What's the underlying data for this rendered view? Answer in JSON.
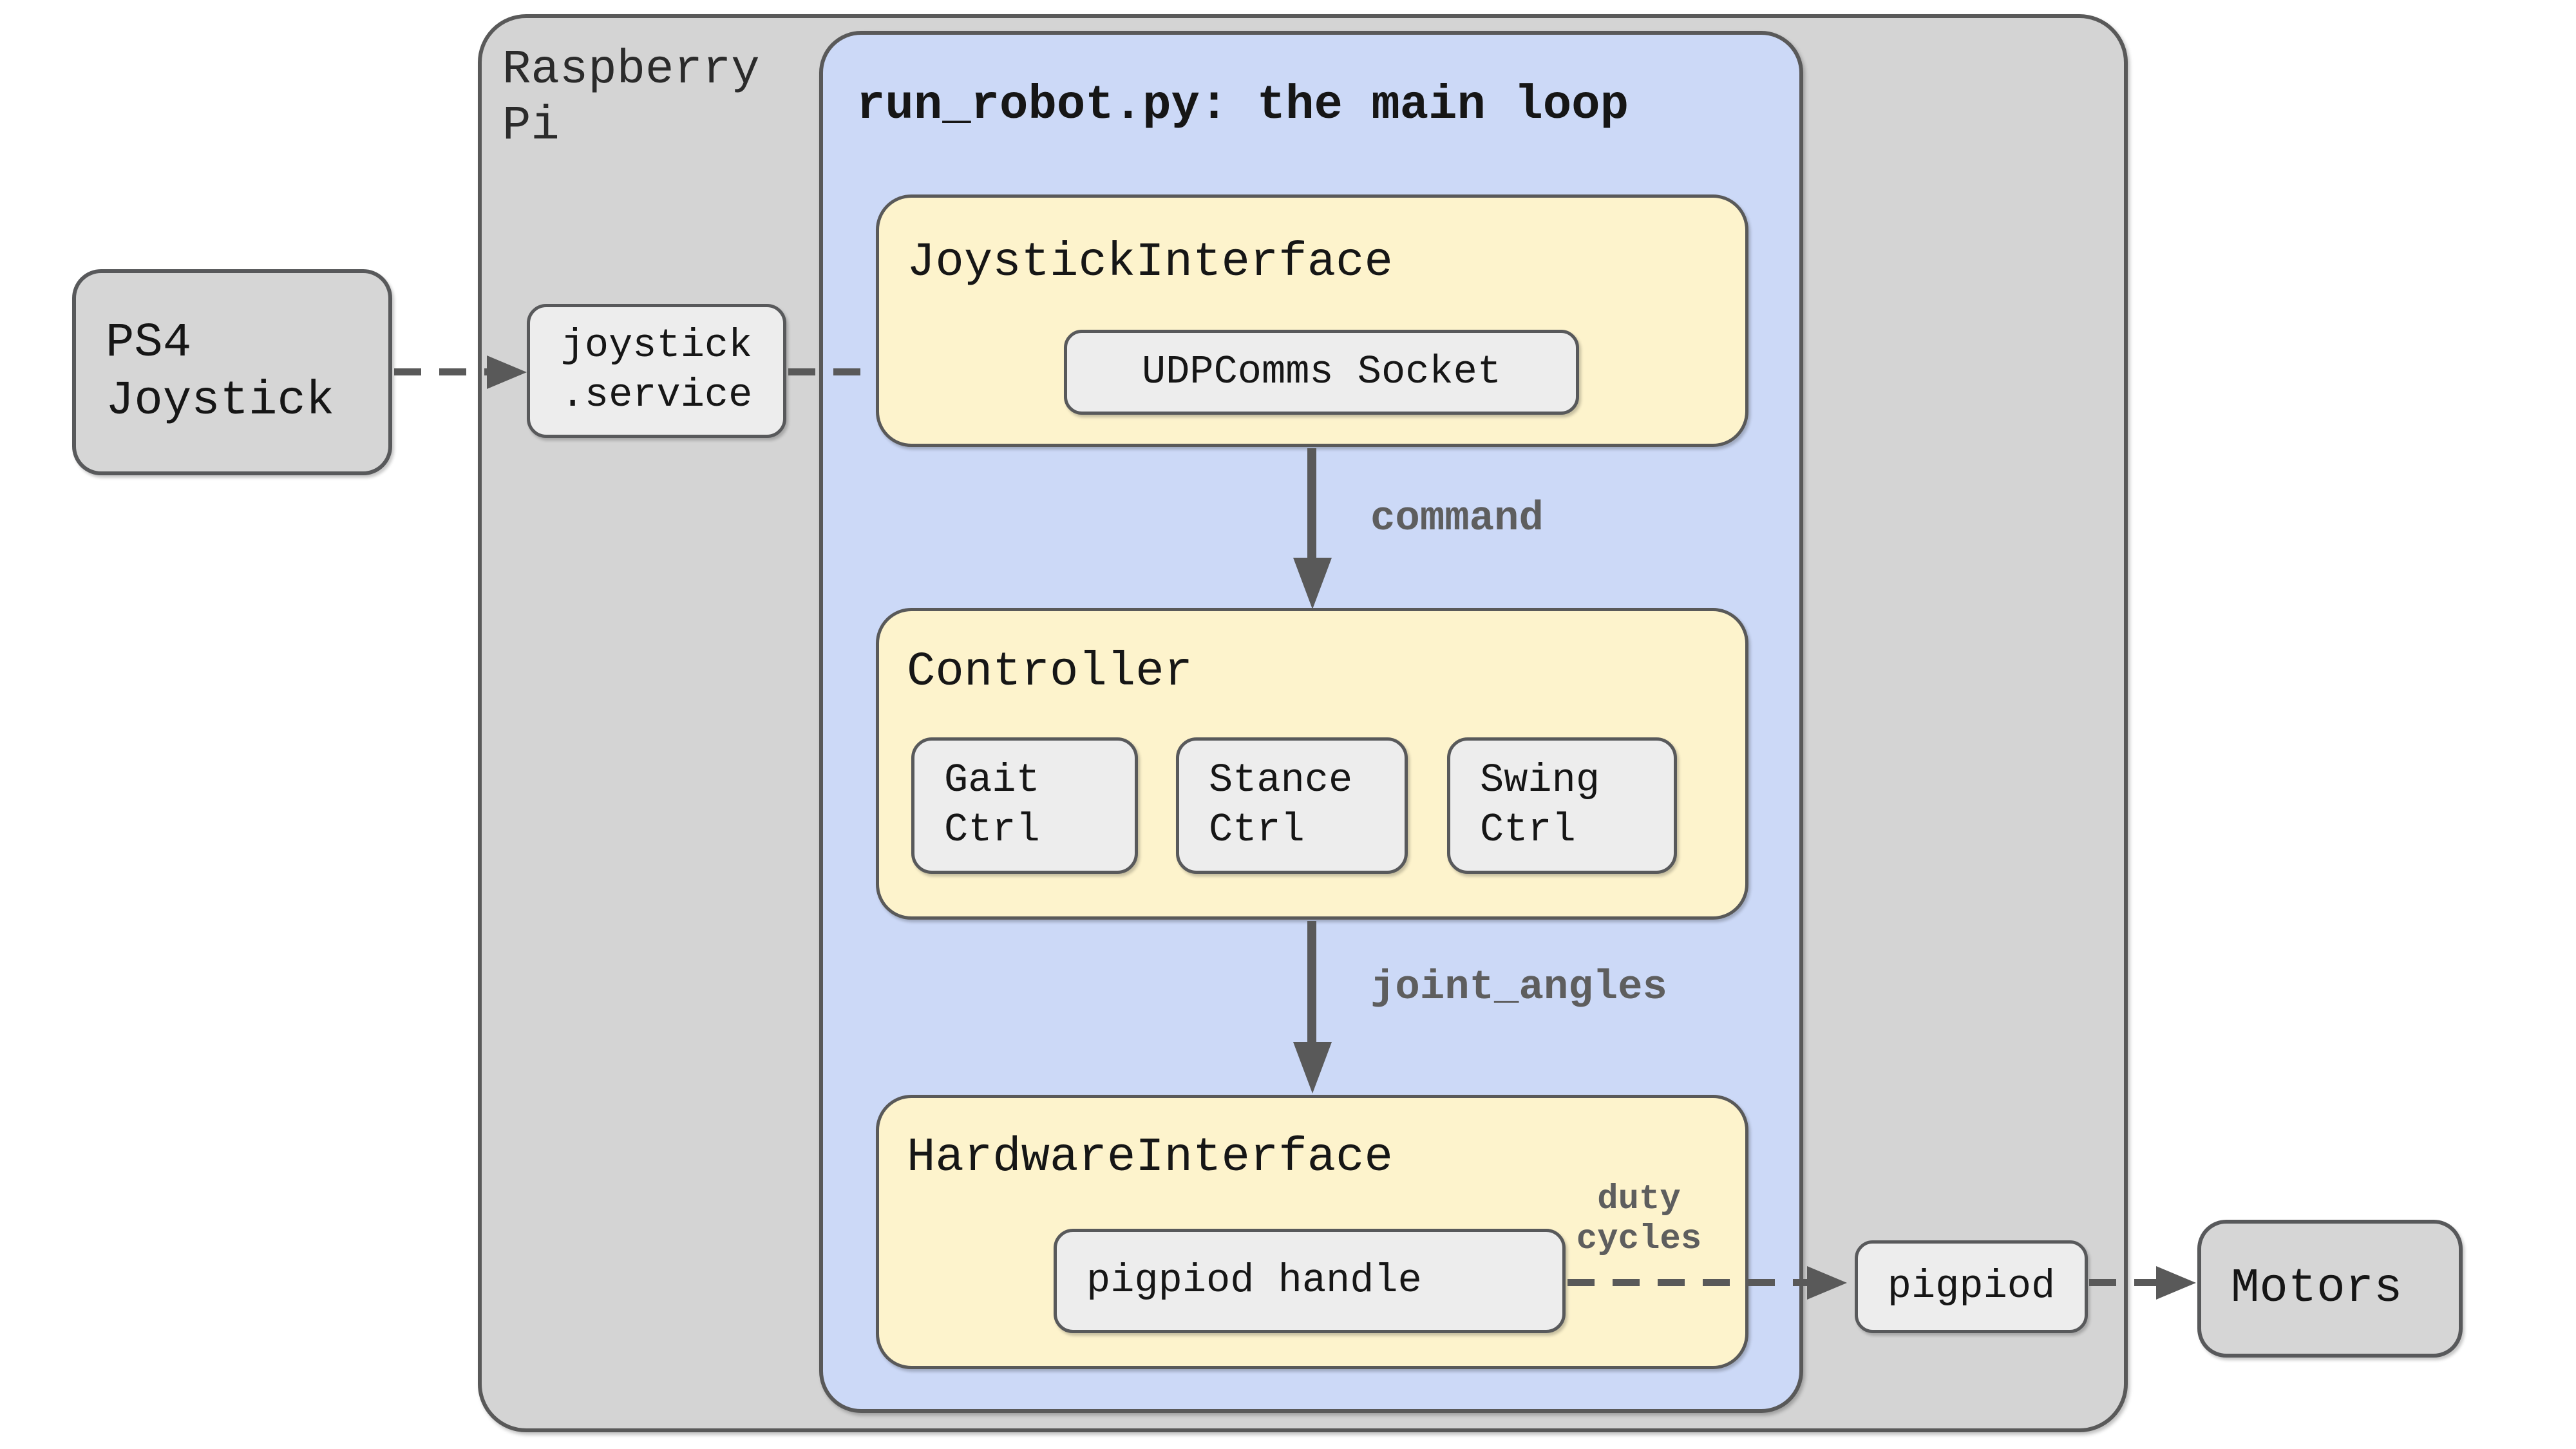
{
  "diagram": {
    "external": {
      "ps4": "PS4\nJoystick",
      "motors": "Motors"
    },
    "raspberry_pi": {
      "label": "Raspberry\nPi",
      "joystick_service": "joystick\n.service",
      "pigpiod": "pigpiod"
    },
    "main_loop": {
      "title": "run_robot.py: the main loop",
      "joystick_interface": {
        "title": "JoystickInterface",
        "udp_socket": "UDPComms Socket"
      },
      "controller": {
        "title": "Controller",
        "gait": "Gait\nCtrl",
        "stance": "Stance\nCtrl",
        "swing": "Swing\nCtrl"
      },
      "hardware_interface": {
        "title": "HardwareInterface",
        "duty_cycles": "duty\ncycles",
        "pigpiod_handle": "pigpiod handle"
      }
    },
    "arrows": {
      "command": "command",
      "joint_angles": "joint_angles"
    },
    "colors": {
      "container_gray": "#d4d4d4",
      "external_gray": "#d6d6d6",
      "inner_gray": "#ededed",
      "blue": "#ccd9f7",
      "yellow": "#fdf3cc",
      "border": "#595959",
      "arrow_label_gray": "#5e5e5e"
    }
  }
}
